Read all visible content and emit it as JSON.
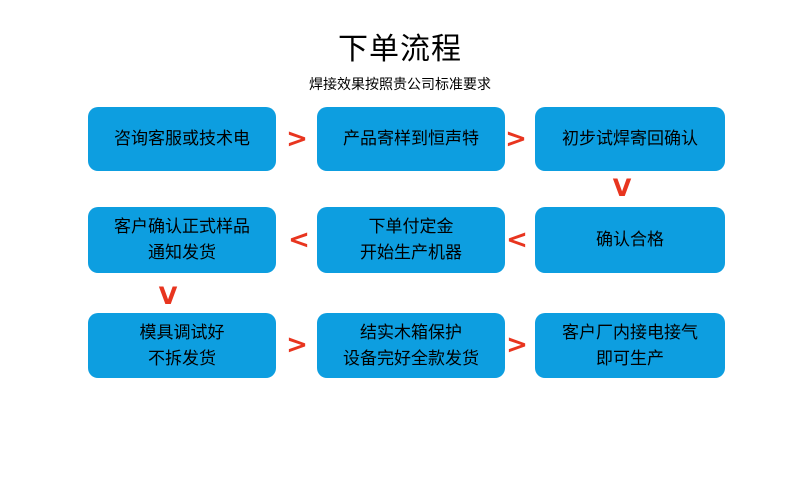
{
  "header": {
    "title": "下单流程",
    "subtitle": "焊接效果按照贵公司标准要求"
  },
  "colors": {
    "node_fill": "#0d9ee0",
    "node_text": "#000000",
    "connector": "#e8351f",
    "background": "#ffffff"
  },
  "flow": {
    "nodes": [
      {
        "id": "n1",
        "row": 1,
        "col": 1,
        "lines": [
          "咨询客服或技术电"
        ]
      },
      {
        "id": "n2",
        "row": 1,
        "col": 2,
        "lines": [
          "产品寄样到恒声特"
        ]
      },
      {
        "id": "n3",
        "row": 1,
        "col": 3,
        "lines": [
          "初步试焊寄回确认"
        ]
      },
      {
        "id": "n4",
        "row": 2,
        "col": 1,
        "lines": [
          "客户确认正式样品",
          "通知发货"
        ]
      },
      {
        "id": "n5",
        "row": 2,
        "col": 2,
        "lines": [
          "下单付定金",
          "开始生产机器"
        ]
      },
      {
        "id": "n6",
        "row": 2,
        "col": 3,
        "lines": [
          "确认合格"
        ]
      },
      {
        "id": "n7",
        "row": 3,
        "col": 1,
        "lines": [
          "模具调试好",
          "不拆发货"
        ]
      },
      {
        "id": "n8",
        "row": 3,
        "col": 2,
        "lines": [
          "结实木箱保护",
          "设备完好全款发货"
        ]
      },
      {
        "id": "n9",
        "row": 3,
        "col": 3,
        "lines": [
          "客户厂内接电接气",
          "即可生产"
        ]
      }
    ],
    "connectors": [
      {
        "id": "c1",
        "glyph": ">",
        "direction": "right",
        "from": "n1",
        "to": "n2"
      },
      {
        "id": "c2",
        "glyph": ">",
        "direction": "right",
        "from": "n2",
        "to": "n3"
      },
      {
        "id": "c3",
        "glyph": "V",
        "direction": "down",
        "from": "n3",
        "to": "n6"
      },
      {
        "id": "c4",
        "glyph": "<",
        "direction": "left",
        "from": "n6",
        "to": "n5"
      },
      {
        "id": "c5",
        "glyph": "<",
        "direction": "left",
        "from": "n5",
        "to": "n4"
      },
      {
        "id": "c6",
        "glyph": "V",
        "direction": "down",
        "from": "n4",
        "to": "n7"
      },
      {
        "id": "c7",
        "glyph": ">",
        "direction": "right",
        "from": "n7",
        "to": "n8"
      },
      {
        "id": "c8",
        "glyph": ">",
        "direction": "right",
        "from": "n8",
        "to": "n9"
      }
    ]
  }
}
